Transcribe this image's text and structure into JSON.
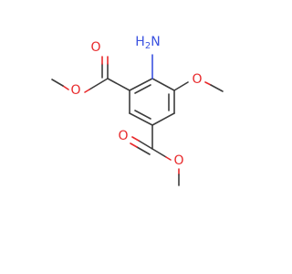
{
  "structure": {
    "atoms": {
      "amino_N": "N",
      "amino_H": "H",
      "amino_H_count": "2",
      "methoxy_O": "O",
      "ester1_carbonyl_O": "O",
      "ester1_ether_O": "O",
      "ester2_carbonyl_O": "O",
      "ester2_ether_O": "O"
    },
    "colors": {
      "bond": "#3c3c3c",
      "oxygen": "#e8292b",
      "nitrogen": "#3b52e0"
    }
  }
}
